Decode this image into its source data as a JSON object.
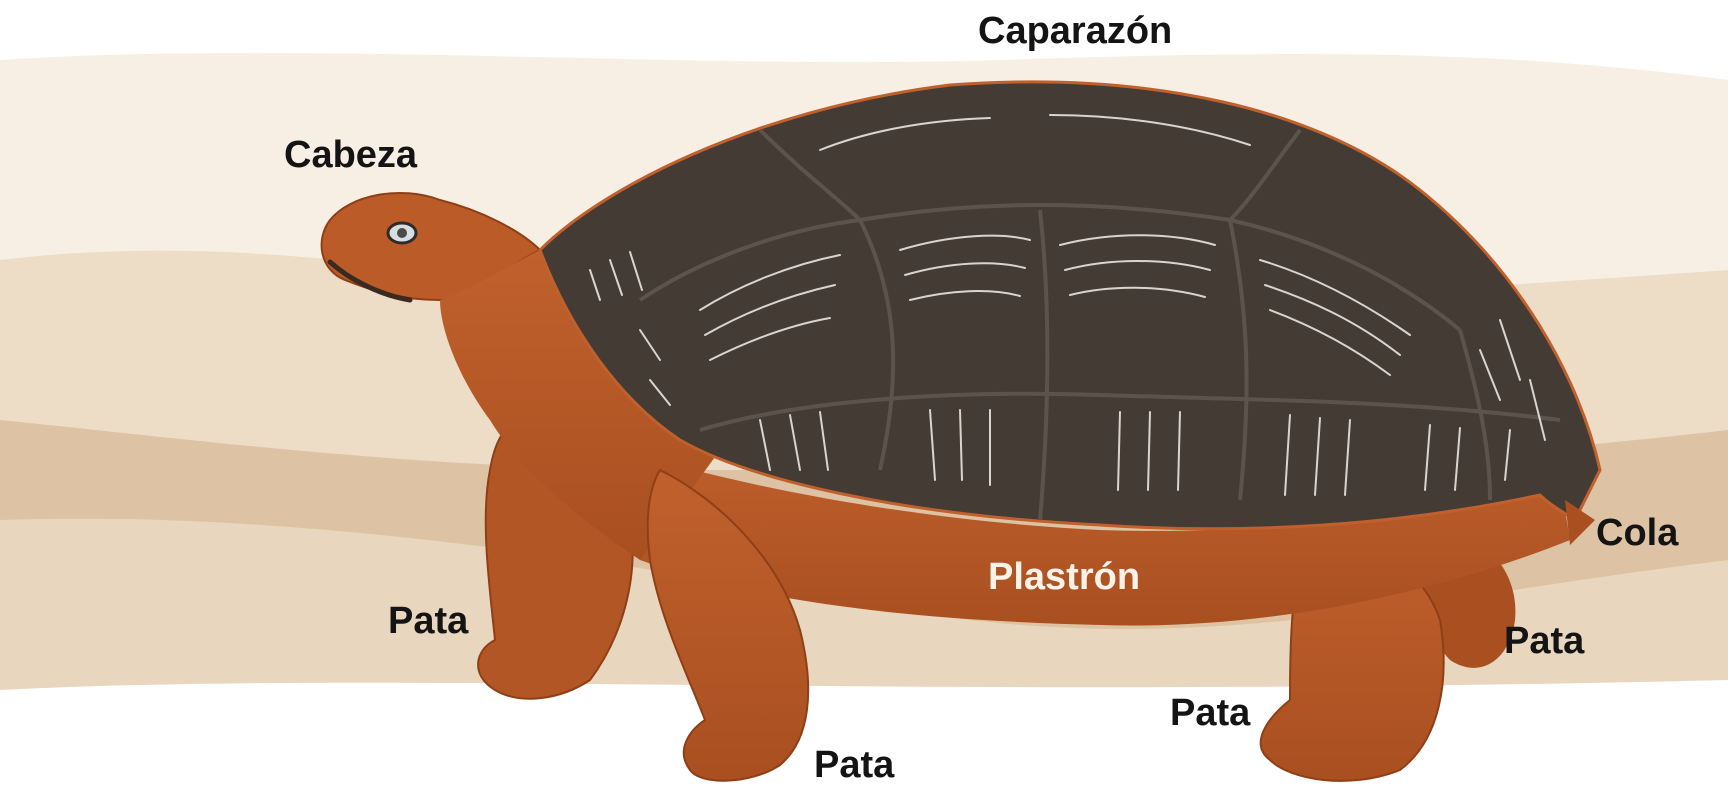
{
  "diagram": {
    "subject": "tortoise-anatomy",
    "colors": {
      "background": "#ffffff",
      "ground_light": "#f1e4d2",
      "ground_mid": "#dcc3a2",
      "ground_dark": "#c9a57d",
      "shell": "#443b35",
      "shell_lines": "#d9d4cf",
      "skin": "#b85a28",
      "skin_shadow": "#8f3f16",
      "label_text": "#141414",
      "label_text_light": "#fbf3ea"
    },
    "labels": {
      "caparazon": "Caparazón",
      "cabeza": "Cabeza",
      "cola": "Cola",
      "plastron": "Plastrón",
      "pata_front_left": "Pata",
      "pata_front_right": "Pata",
      "pata_rear_left": "Pata",
      "pata_rear_right": "Pata"
    }
  }
}
